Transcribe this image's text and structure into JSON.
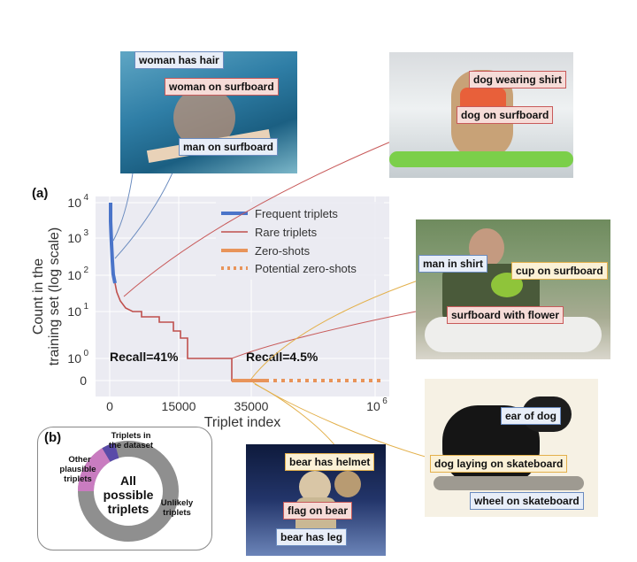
{
  "panel_a_label": "(a)",
  "panel_b_label": "(b)",
  "chart_data": {
    "type": "line",
    "xlabel": "Triplet index",
    "ylabel_line1": "Count in the",
    "ylabel_line2": "training set (log scale)",
    "x_ticks": [
      "0",
      "15000",
      "35000"
    ],
    "x_tick_last_base": "10",
    "x_tick_last_exp": "6",
    "y_ticks": [
      {
        "label": "0",
        "exp": ""
      },
      {
        "label": "10",
        "exp": "0"
      },
      {
        "label": "10",
        "exp": "1"
      },
      {
        "label": "10",
        "exp": "2"
      },
      {
        "label": "10",
        "exp": "3"
      },
      {
        "label": "10",
        "exp": "4"
      }
    ],
    "legend": [
      {
        "name": "Frequent triplets",
        "color": "#4a74c9",
        "style": "solid-thick"
      },
      {
        "name": "Rare triplets",
        "color": "#c0504d",
        "style": "solid-thin"
      },
      {
        "name": "Zero-shots",
        "color": "#e8945a",
        "style": "solid-thick"
      },
      {
        "name": "Potential zero-shots",
        "color": "#e8945a",
        "style": "dotted"
      }
    ],
    "annotations": [
      "Recall=41%",
      "Recall=4.5%"
    ],
    "grid": true,
    "legend_position": "top-right"
  },
  "donut": {
    "center_line1": "All",
    "center_line2": "possible",
    "center_line3": "triplets",
    "label_dataset_1": "Triplets in",
    "label_dataset_2": "the dataset",
    "label_other_1": "Other",
    "label_other_2": "plausible",
    "label_other_3": "triplets",
    "label_unlikely_1": "Unlikely",
    "label_unlikely_2": "triplets"
  },
  "photos": {
    "surf_man": {
      "tags": [
        "woman has hair",
        "woman on surfboard",
        "man on surfboard"
      ]
    },
    "dog_surf": {
      "tags": [
        "dog wearing shirt",
        "dog on surfboard"
      ]
    },
    "man_shirt": {
      "tags": [
        "man in shirt",
        "cup on surfboard",
        "surfboard with flower"
      ]
    },
    "black_dog": {
      "tags": [
        "ear of dog",
        "dog laying on skateboard",
        "wheel on skateboard"
      ]
    },
    "bear_space": {
      "tags": [
        "bear has helmet",
        "flag on bear",
        "bear has leg"
      ]
    }
  }
}
